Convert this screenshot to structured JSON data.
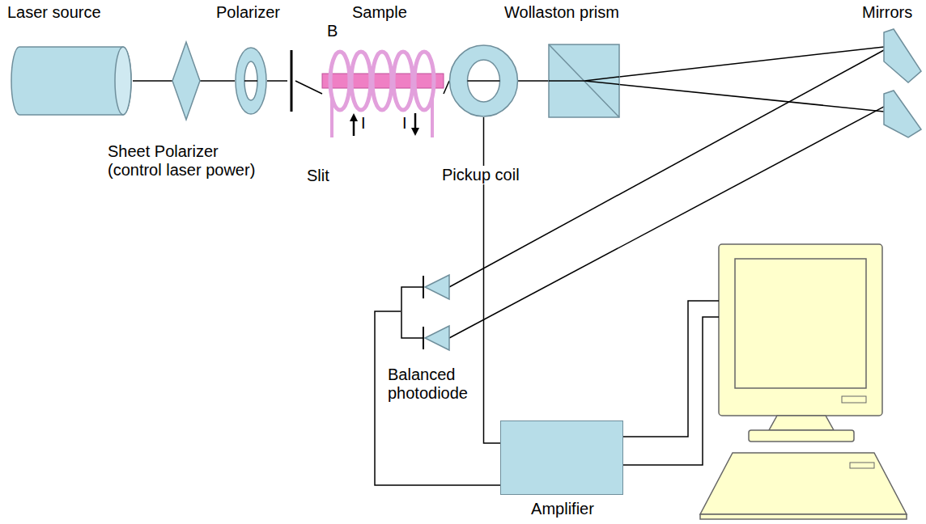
{
  "diagram": {
    "nodes": [
      {
        "text": [
          "Laser source"
        ]
      },
      {
        "text": [
          "Sheet Polarizer (control laser power)"
        ]
      },
      {
        "text": [
          "Polarizer"
        ]
      },
      {
        "text": [
          "Slit"
        ]
      },
      {
        "text": [
          "Sample"
        ]
      },
      {
        "text": [
          "Pickup coil"
        ]
      },
      {
        "text": [
          "Wollaston prism"
        ]
      },
      {
        "text": [
          "Mirrors"
        ]
      },
      {
        "text": [
          "Balanced photodiode"
        ]
      },
      {
        "text": [
          "Amplifier"
        ]
      }
    ],
    "edges": [
      {
        "from": 0,
        "to": 1,
        "arrow": "none"
      },
      {
        "from": 1,
        "to": 2,
        "arrow": "none"
      },
      {
        "from": 2,
        "to": 3,
        "arrow": "none"
      },
      {
        "from": 3,
        "to": 4,
        "arrow": "none"
      },
      {
        "from": 4,
        "to": 5,
        "arrow": "none"
      },
      {
        "from": 5,
        "to": 6,
        "arrow": "none"
      },
      {
        "from": 6,
        "to": 7,
        "arrow": "none"
      },
      {
        "from": 6,
        "to": 7,
        "arrow": "none"
      },
      {
        "from": 7,
        "to": 8,
        "arrow": "none"
      },
      {
        "from": 7,
        "to": 8,
        "arrow": "none"
      },
      {
        "from": 5,
        "to": 9,
        "arrow": "none"
      },
      {
        "from": 8,
        "to": 9,
        "arrow": "none"
      }
    ],
    "labels": [
      "B",
      "I",
      "I"
    ]
  }
}
